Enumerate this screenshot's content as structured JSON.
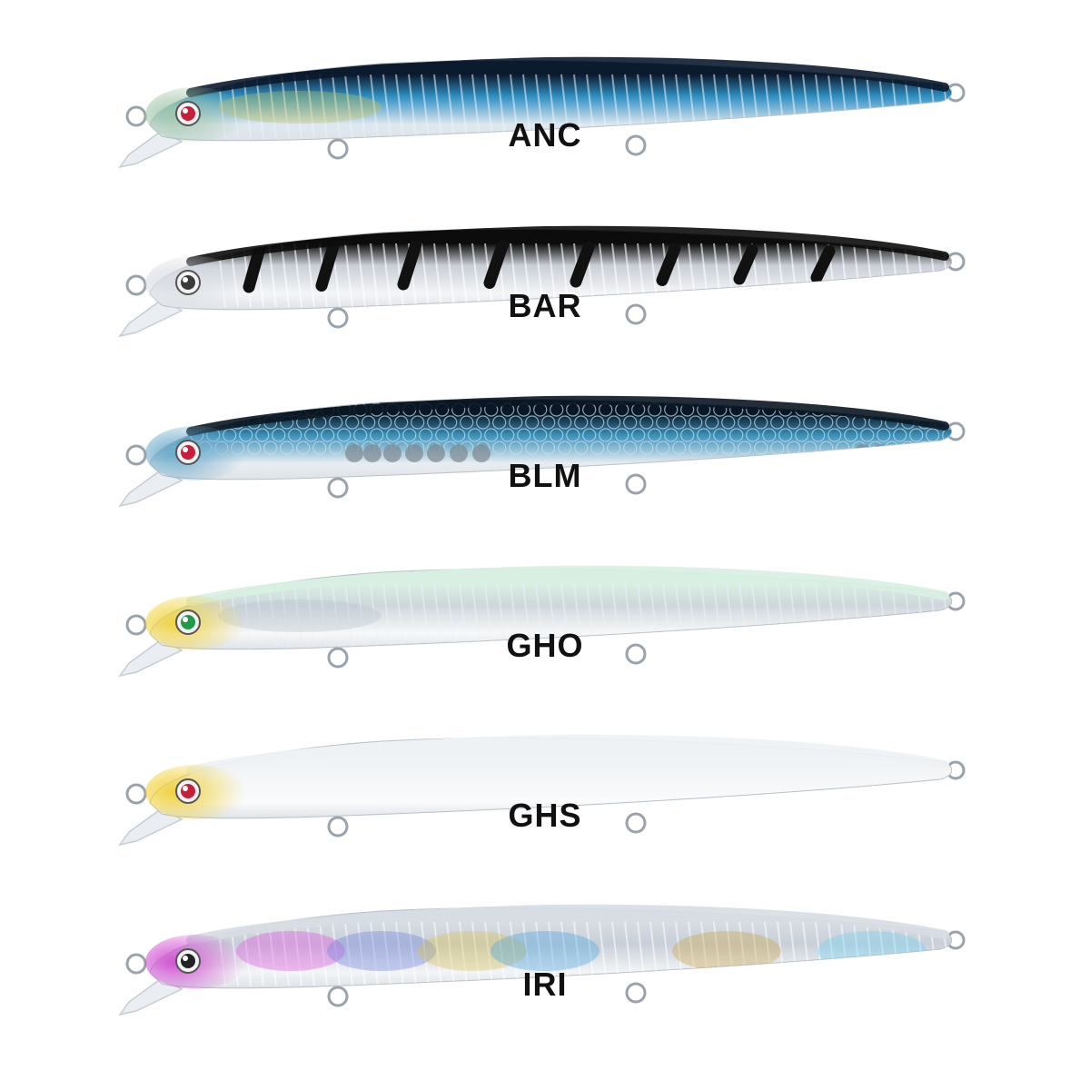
{
  "lures": [
    {
      "code": "ANC",
      "back": "#0b1b2e",
      "body": "#2f8fc2",
      "belly": "#dfe8f0",
      "head": "#9fc6a8",
      "eye": "#c81e3a",
      "accent": "#c9c34a",
      "pattern": "scale"
    },
    {
      "code": "BAR",
      "back": "#0c0c0c",
      "body": "#c9ced6",
      "belly": "#f4f5f7",
      "head": "#d9dde3",
      "eye": "#3b3b3b",
      "accent": "#111111",
      "pattern": "bars"
    },
    {
      "code": "BLM",
      "back": "#0a1622",
      "body": "#3b8fb8",
      "belly": "#e8edf2",
      "head": "#6aa9c9",
      "eye": "#c81e3a",
      "accent": "#7c8790",
      "pattern": "mesh"
    },
    {
      "code": "GHO",
      "back": "#d8f0e2",
      "body": "#cfd6dc",
      "belly": "#f7f8f9",
      "head": "#f0d23a",
      "eye": "#1f9a4a",
      "accent": "#b7c3cc",
      "pattern": "scale"
    },
    {
      "code": "GHS",
      "back": "#eef2f5",
      "body": "#f3f5f7",
      "belly": "#fafbfc",
      "head": "#f0cf32",
      "eye": "#c81e3a",
      "accent": "#e2e6ea",
      "pattern": "plain"
    },
    {
      "code": "IRI",
      "back": "#d7dde3",
      "body": "#c9cfd8",
      "belly": "#f2f4f6",
      "head": "#d04ad0",
      "eye": "#222222",
      "accent": "#9ab7d6",
      "pattern": "iri"
    }
  ]
}
